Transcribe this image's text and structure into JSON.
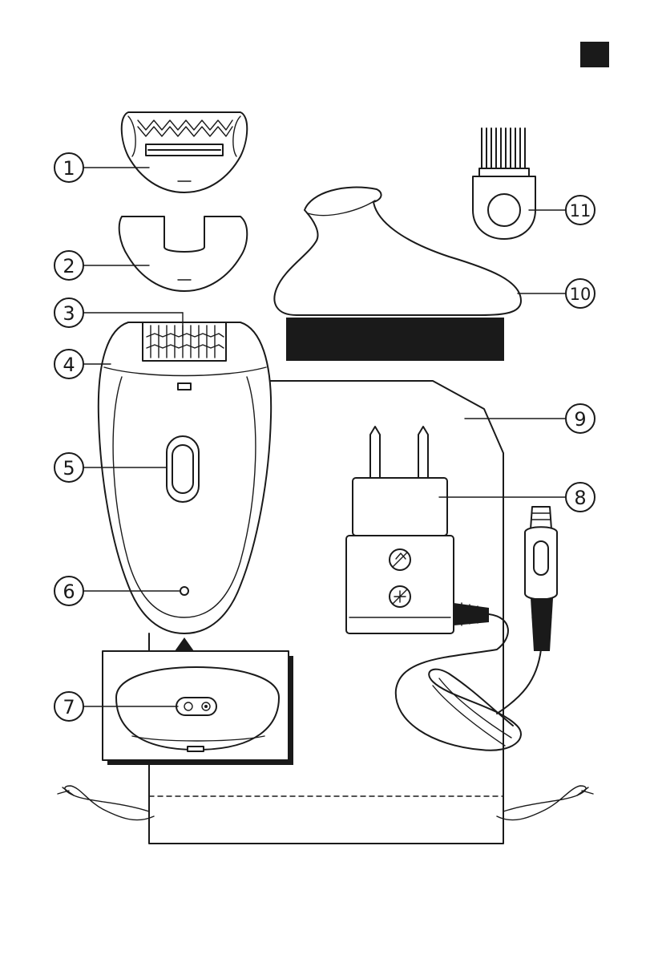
{
  "page_marker": {
    "color": "#1a1a1a"
  },
  "colors": {
    "line": "#1a1a1a",
    "background": "#ffffff"
  },
  "callouts": [
    {
      "id": "1",
      "label": "1"
    },
    {
      "id": "2",
      "label": "2"
    },
    {
      "id": "3",
      "label": "3"
    },
    {
      "id": "4",
      "label": "4"
    },
    {
      "id": "5",
      "label": "5"
    },
    {
      "id": "6",
      "label": "6"
    },
    {
      "id": "7",
      "label": "7"
    },
    {
      "id": "8",
      "label": "8"
    },
    {
      "id": "9",
      "label": "9"
    },
    {
      "id": "10",
      "label": "10"
    },
    {
      "id": "11",
      "label": "11"
    }
  ],
  "icons": {
    "adapter_symbol_1": "no-shower-icon",
    "adapter_symbol_2": "no-bath-icon"
  }
}
